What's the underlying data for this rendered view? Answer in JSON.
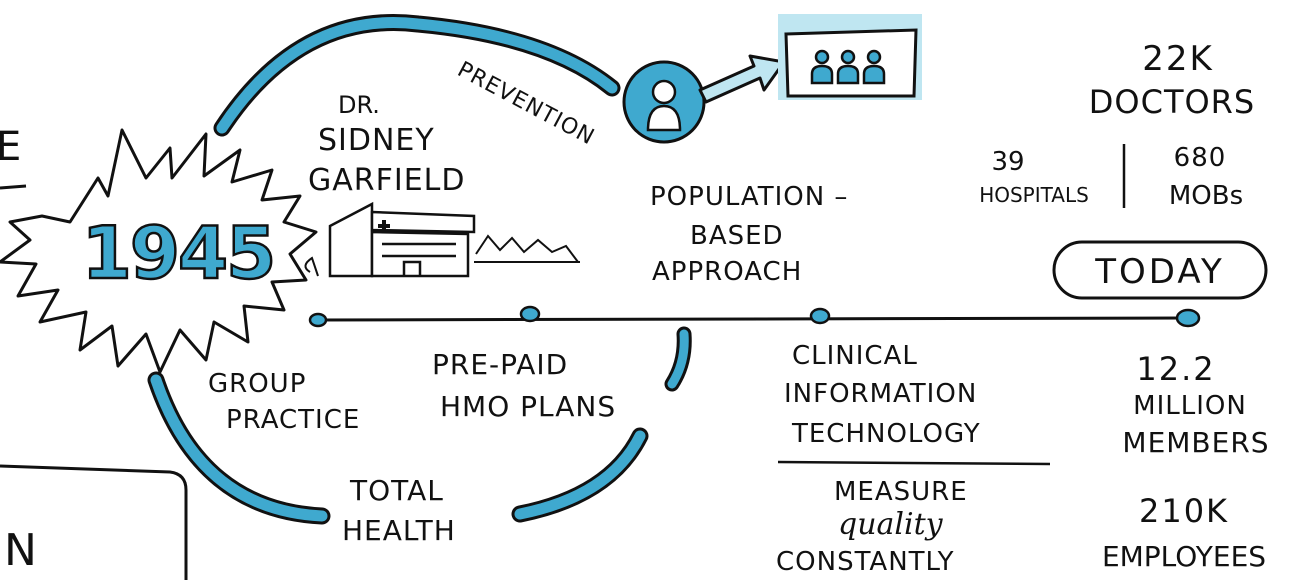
{
  "year": {
    "label": "1945"
  },
  "founder": {
    "line1": "DR.",
    "line2": "SIDNEY",
    "line3": "GARFIELD"
  },
  "cycle": {
    "prevention": "PREVENTION",
    "group_practice": [
      "GROUP",
      "PRACTICE"
    ],
    "prepaid": [
      "PRE-PAID",
      "HMO PLANS"
    ],
    "total_health": [
      "TOTAL",
      "HEALTH"
    ]
  },
  "population": [
    "POPULATION –",
    "BASED",
    "APPROACH"
  ],
  "clinical": [
    "CLINICAL",
    "INFORMATION",
    "TECHNOLOGY"
  ],
  "measure": {
    "line1": "MEASURE",
    "line2": "quality",
    "line3": "CONSTANTLY"
  },
  "today": {
    "label": "TODAY"
  },
  "stats": {
    "doctors": [
      "22K",
      "DOCTORS"
    ],
    "hospitals": [
      "39",
      "HOSPITALS"
    ],
    "mobs": [
      "680",
      "MOBs"
    ],
    "members": [
      "12.2",
      "MILLION",
      "MEMBERS"
    ],
    "employees": [
      "210K",
      "EMPLOYEES"
    ]
  },
  "edge": {
    "left_top": "E",
    "left_bottom": "N"
  },
  "colors": {
    "accent": "#3fa9cf",
    "accent_light": "#bfe6f1",
    "ink": "#111111"
  },
  "icons": [
    "building-icon",
    "person-icon",
    "group-icon",
    "arrow-icon",
    "starburst-icon"
  ]
}
